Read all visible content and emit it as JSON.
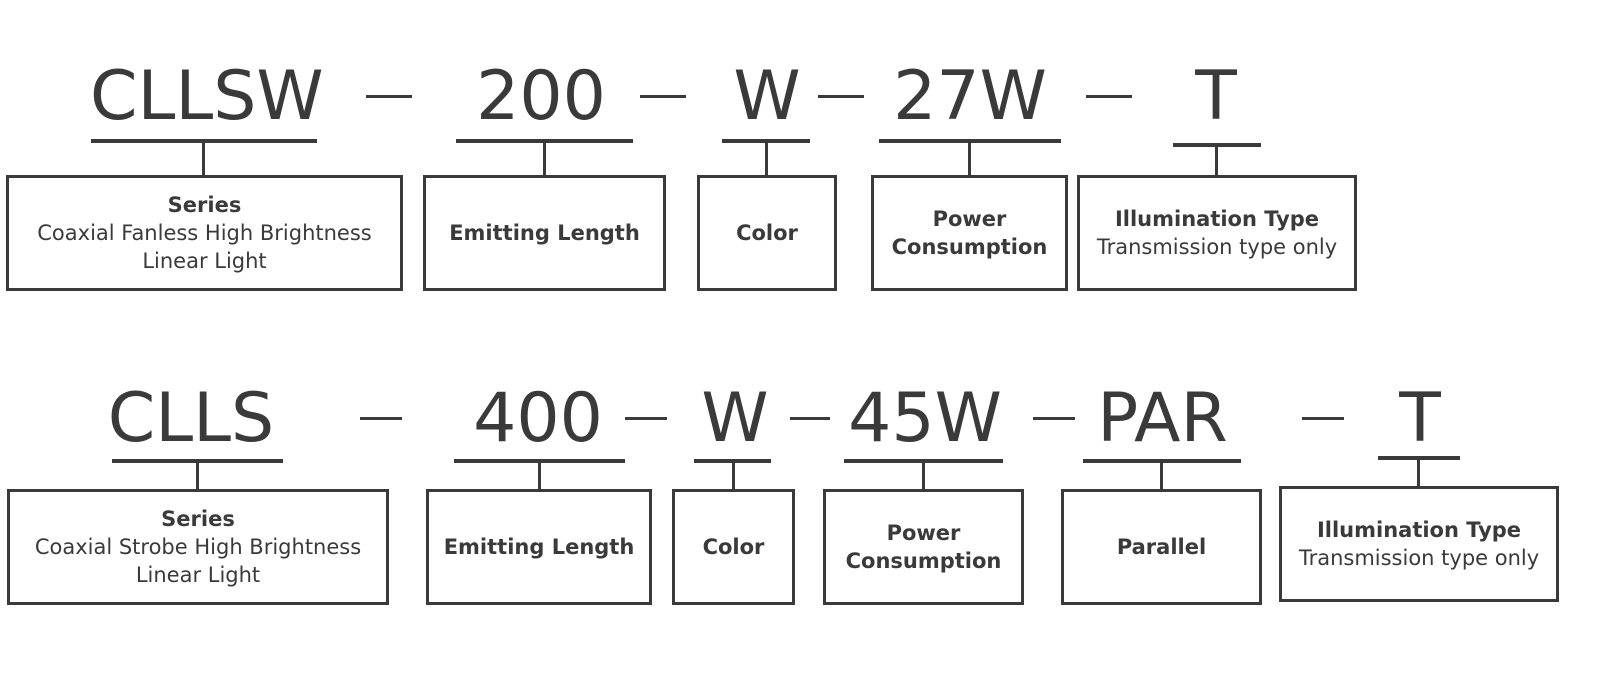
{
  "row1": {
    "codes": [
      "CLLSW",
      "200",
      "W",
      "27W",
      "T"
    ],
    "labels": {
      "series": "Series",
      "series_desc_1": "Coaxial Fanless High Brightness",
      "series_desc_2": "Linear Light",
      "length": "Emitting Length",
      "color": "Color",
      "power_1": "Power",
      "power_2": "Consumption",
      "illum": "Illumination Type",
      "illum_desc": "Transmission type only"
    }
  },
  "row2": {
    "codes": [
      "CLLS",
      "400",
      "W",
      "45W",
      "PAR",
      "T"
    ],
    "labels": {
      "series": "Series",
      "series_desc_1": "Coaxial Strobe High Brightness",
      "series_desc_2": "Linear Light",
      "length": "Emitting Length",
      "color": "Color",
      "power_1": "Power",
      "power_2": "Consumption",
      "parallel": "Parallel",
      "illum": "Illumination Type",
      "illum_desc": "Transmission type only"
    }
  }
}
